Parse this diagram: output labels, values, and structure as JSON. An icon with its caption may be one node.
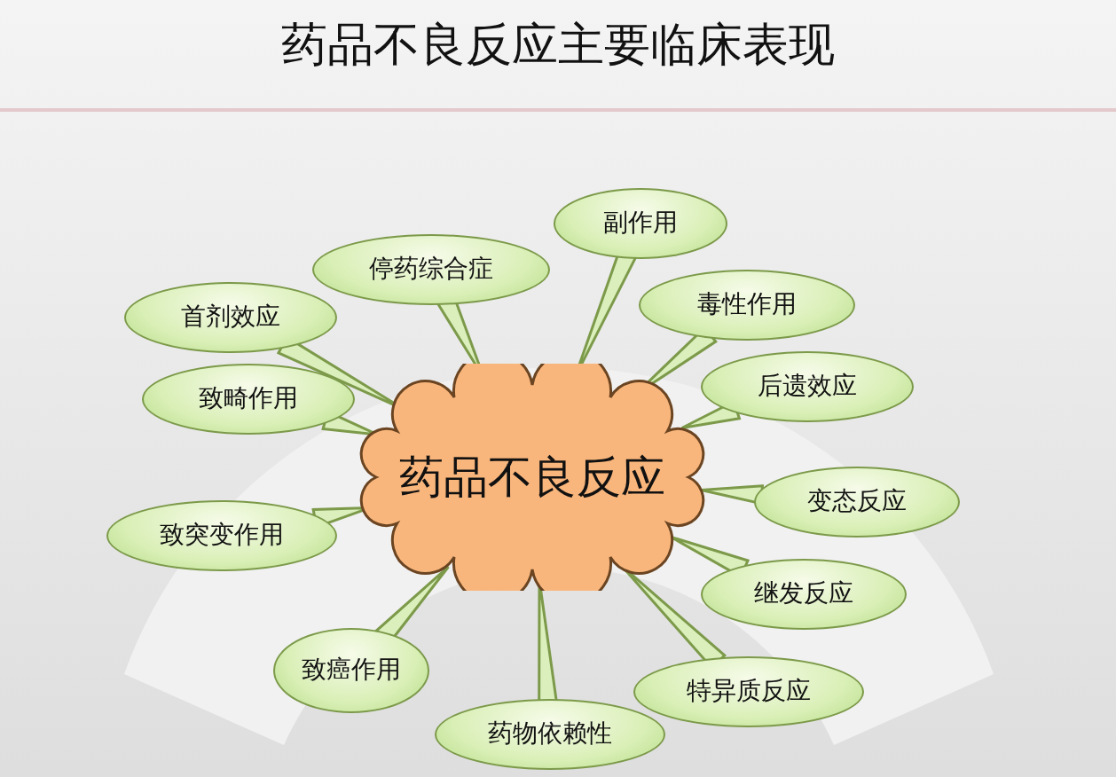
{
  "diagram": {
    "title": "药品不良反应主要临床表现",
    "nodes": [
      {
        "text": [
          "药品不良反应"
        ]
      },
      {
        "text": [
          "副作用"
        ]
      },
      {
        "text": [
          "停药综合症"
        ]
      },
      {
        "text": [
          "首剂效应"
        ]
      },
      {
        "text": [
          "毒性作用"
        ]
      },
      {
        "text": [
          "后遗效应"
        ]
      },
      {
        "text": [
          "致畸作用"
        ]
      },
      {
        "text": [
          "变态反应"
        ]
      },
      {
        "text": [
          "致突变作用"
        ]
      },
      {
        "text": [
          "继发反应"
        ]
      },
      {
        "text": [
          "致癌作用"
        ]
      },
      {
        "text": [
          "特异质反应"
        ]
      },
      {
        "text": [
          "药物依赖性"
        ]
      }
    ],
    "edges": [
      {
        "from": 1,
        "to": 0,
        "arrow": "none"
      },
      {
        "from": 2,
        "to": 0,
        "arrow": "none"
      },
      {
        "from": 3,
        "to": 0,
        "arrow": "none"
      },
      {
        "from": 4,
        "to": 0,
        "arrow": "none"
      },
      {
        "from": 5,
        "to": 0,
        "arrow": "none"
      },
      {
        "from": 6,
        "to": 0,
        "arrow": "none"
      },
      {
        "from": 7,
        "to": 0,
        "arrow": "none"
      },
      {
        "from": 8,
        "to": 0,
        "arrow": "none"
      },
      {
        "from": 9,
        "to": 0,
        "arrow": "none"
      },
      {
        "from": 10,
        "to": 0,
        "arrow": "none"
      },
      {
        "from": 11,
        "to": 0,
        "arrow": "none"
      },
      {
        "from": 12,
        "to": 0,
        "arrow": "none"
      }
    ]
  }
}
